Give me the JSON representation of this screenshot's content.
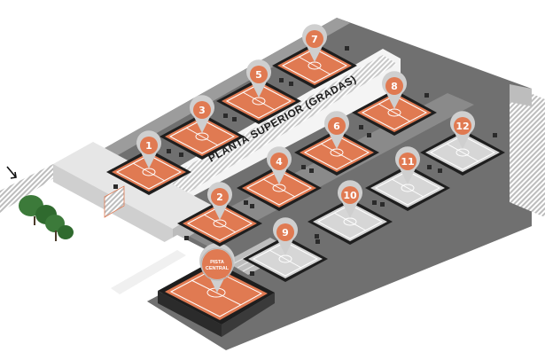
{
  "map": {
    "upper_floor_label": "PLANTA SUPERIOR (GRADAS)",
    "central_court_label_line1": "PISTA",
    "central_court_label_line2": "CENTRAL"
  },
  "courts": [
    {
      "number": "1",
      "status": "orange"
    },
    {
      "number": "2",
      "status": "orange"
    },
    {
      "number": "3",
      "status": "orange"
    },
    {
      "number": "4",
      "status": "orange"
    },
    {
      "number": "5",
      "status": "orange"
    },
    {
      "number": "6",
      "status": "orange"
    },
    {
      "number": "7",
      "status": "orange"
    },
    {
      "number": "8",
      "status": "orange"
    },
    {
      "number": "9",
      "status": "grey"
    },
    {
      "number": "10",
      "status": "grey"
    },
    {
      "number": "11",
      "status": "grey"
    },
    {
      "number": "12",
      "status": "grey"
    }
  ],
  "colors": {
    "court_orange": "#e07a52",
    "court_grey": "#d6d6d6",
    "floor_dark": "#6f6f6f",
    "floor_mid": "#8a8a8a",
    "pin_ring": "#cfcfcf",
    "tree_green": "#3c7a3a"
  },
  "icons": {
    "entrance": "arrow-down-right-icon"
  }
}
